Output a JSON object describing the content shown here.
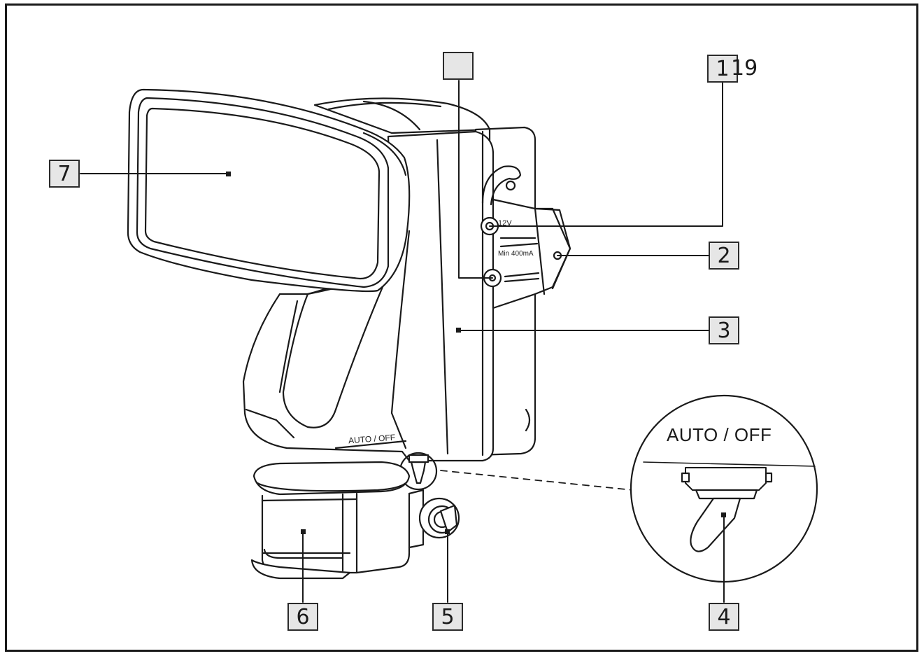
{
  "callouts": [
    {
      "id": "c7",
      "label": "7"
    },
    {
      "id": "cblank",
      "label": ""
    },
    {
      "id": "c1",
      "label": "1"
    },
    {
      "id": "c2",
      "label": "2"
    },
    {
      "id": "c3",
      "label": "3"
    },
    {
      "id": "c4",
      "label": "4"
    },
    {
      "id": "c5",
      "label": "5"
    },
    {
      "id": "c6",
      "label": "6"
    }
  ],
  "extra_label": "19",
  "zoom_title": "AUTO / OFF",
  "body_switch_label": "AUTO / OFF",
  "panel_text": {
    "voltage": "12V",
    "current": "Min 400mA"
  },
  "colors": {
    "line": "#1a1a1a",
    "box_fill": "#e6e6e6"
  }
}
